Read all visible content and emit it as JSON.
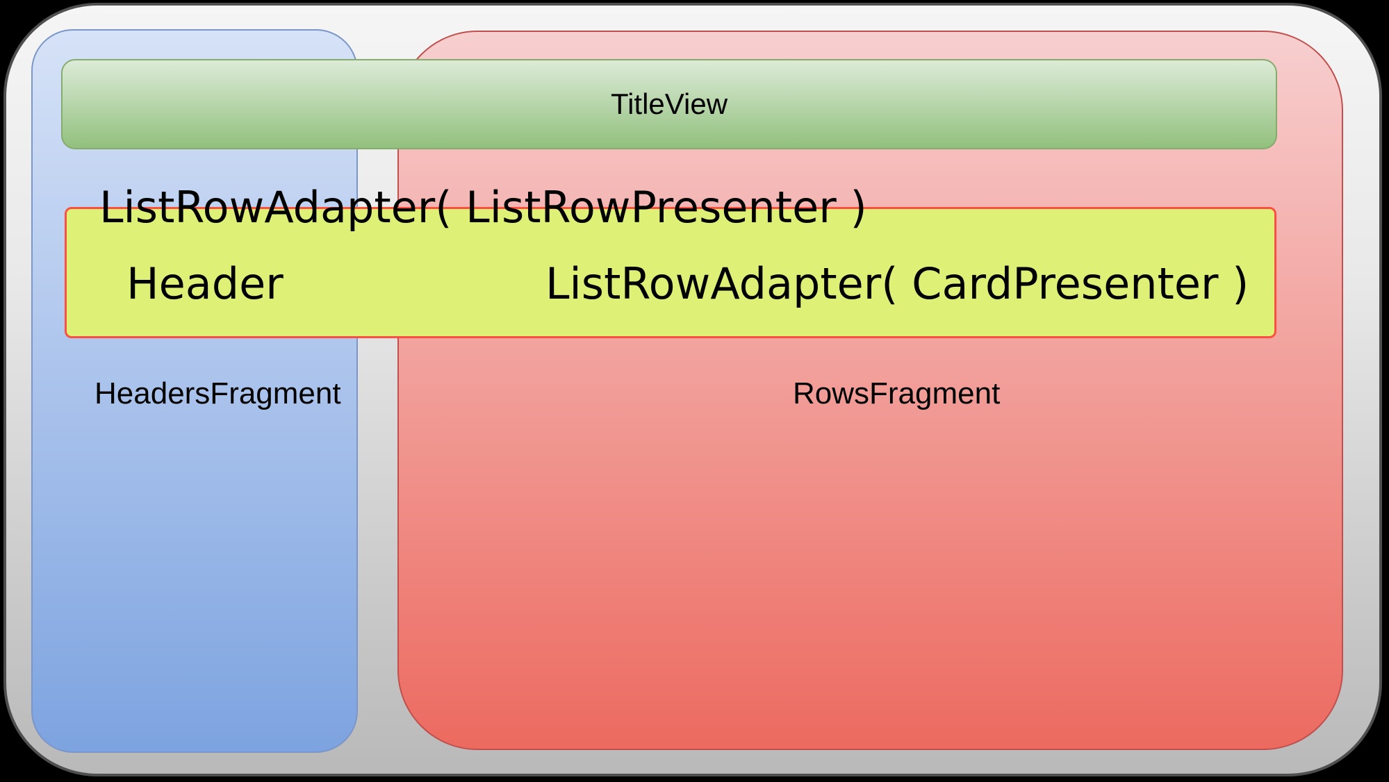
{
  "diagram": {
    "titleview": {
      "label": "TitleView"
    },
    "adapter_band": {
      "row_adapter_text": "ListRowAdapter( ListRowPresenter )",
      "header_text": "Header",
      "card_adapter_text": "ListRowAdapter( CardPresenter )"
    },
    "fragments": {
      "headers_label": "HeadersFragment",
      "rows_label": "RowsFragment"
    },
    "colors": {
      "page_background": "#000000",
      "outer_fill_top": "#f5f5f5",
      "outer_fill_bottom": "#b9b9b9",
      "outer_border": "#4f4f4f",
      "headers_fill_top": "#d6e2f7",
      "headers_fill_bottom": "#7da3e0",
      "headers_border": "#7b96c8",
      "rows_fill_top": "#f7cfcf",
      "rows_fill_bottom": "#ec6a60",
      "rows_border": "#c0504d",
      "title_fill_top": "#dcebd7",
      "title_fill_bottom": "#92c07e",
      "title_border": "#85ab6d",
      "band_fill": "#def076",
      "band_border": "#fb4f42",
      "text": "#000000"
    }
  }
}
